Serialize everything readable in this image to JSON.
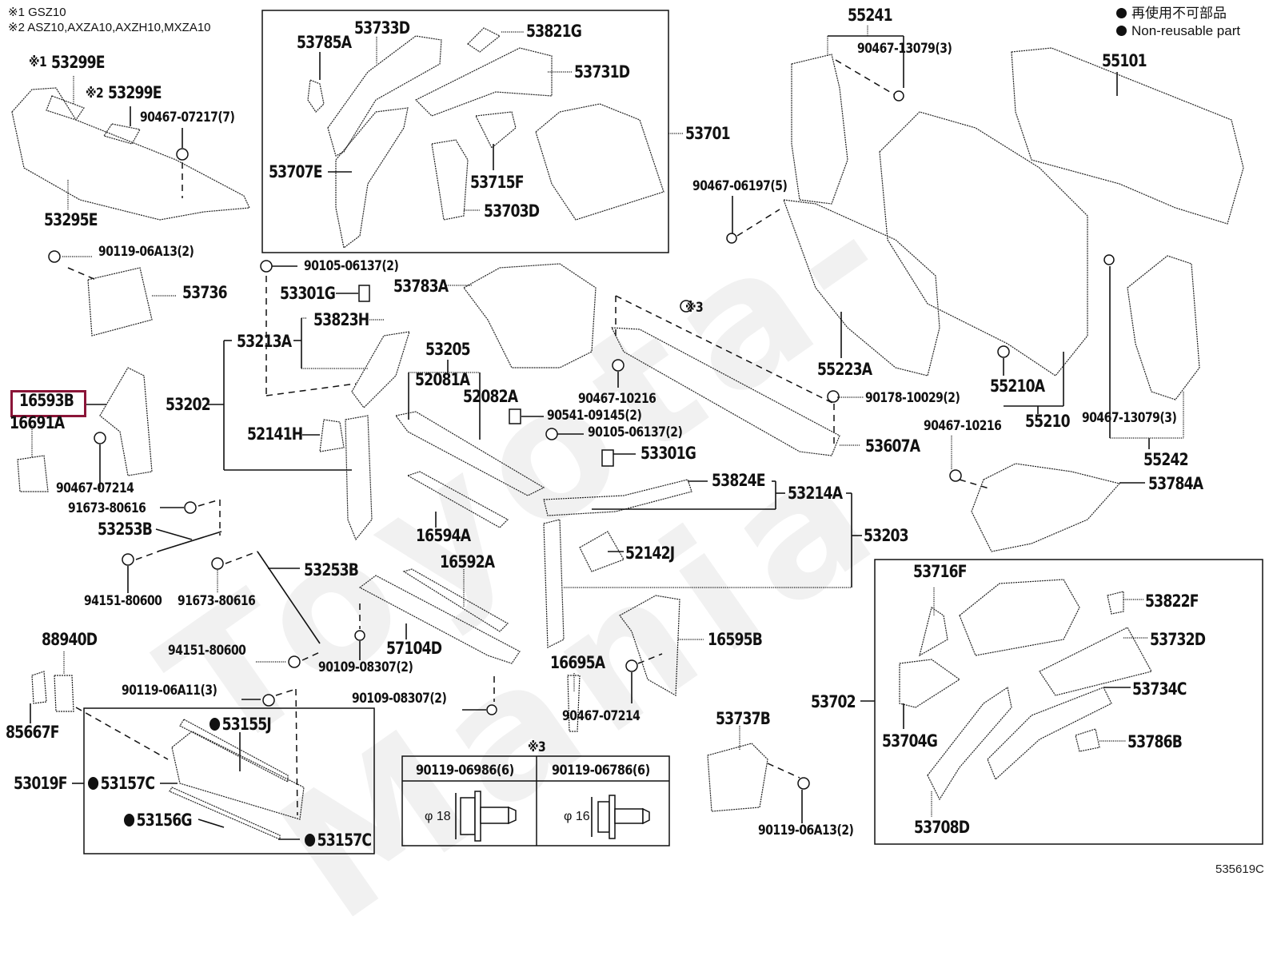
{
  "notes": {
    "note1": "※1 GSZ10",
    "note2": "※2 ASZ10,AXZA10,AXZH10,MXZA10"
  },
  "legend": {
    "jp": "再使用不可部品",
    "en": "Non-reusable part",
    "marker": "filled-circle"
  },
  "highlighted_part": "16593B",
  "highlight_color": "#8b1538",
  "document_id": "535619C",
  "watermark": "Toyota-Mania",
  "labels": {
    "p53299E_1_prefix": "※1",
    "p53299E_1": "53299E",
    "p53299E_2_prefix": "※2",
    "p53299E_2": "53299E",
    "p90467_07217": "90467-07217(7)",
    "p53295E": "53295E",
    "p53733D": "53733D",
    "p53785A": "53785A",
    "p53821G": "53821G",
    "p53731D": "53731D",
    "p53701": "53701",
    "p53707E": "53707E",
    "p53715F": "53715F",
    "p53703D": "53703D",
    "p55241": "55241",
    "p90467_13079_top": "90467-13079(3)",
    "p55101": "55101",
    "p90467_06197": "90467-06197(5)",
    "p90119_06A13_top": "90119-06A13(2)",
    "p53736": "53736",
    "p90105_06137_a": "90105-06137(2)",
    "p53301G_a": "53301G",
    "p53783A": "53783A",
    "p53823H": "53823H",
    "p53213A": "53213A",
    "p53205": "53205",
    "p52081A": "52081A",
    "p52082A": "52082A",
    "p16593B": "16593B",
    "p16691A": "16691A",
    "p53202": "53202",
    "p90467_07214_a": "90467-07214",
    "p52141H": "52141H",
    "p90467_10216_a": "90467-10216",
    "p90541_09145": "90541-09145(2)",
    "p90105_06137_b": "90105-06137(2)",
    "p53301G_b": "53301G",
    "p53607A": "53607A",
    "p90178_10029": "90178-10029(2)",
    "p55223A": "55223A",
    "p55210A": "55210A",
    "p55210": "55210",
    "p90467_10216_b": "90467-10216",
    "p90467_13079_b": "90467-13079(3)",
    "p55242": "55242",
    "p53784A": "53784A",
    "p53824E": "53824E",
    "p53214A": "53214A",
    "p53203": "53203",
    "p91673_80616_a": "91673-80616",
    "p53253B_a": "53253B",
    "p16594A": "16594A",
    "p52142J": "52142J",
    "p94151_80600_a": "94151-80600",
    "p91673_80616_b": "91673-80616",
    "p53253B_b": "53253B",
    "p16592A": "16592A",
    "p88940D": "88940D",
    "p94151_80600_b": "94151-80600",
    "p57104D": "57104D",
    "p90109_08307_a": "90109-08307(2)",
    "p16595B": "16595B",
    "p16695A": "16695A",
    "p90119_06A11": "90119-06A11(3)",
    "p90109_08307_b": "90109-08307(2)",
    "p90467_07214_b": "90467-07214",
    "p85667F": "85667F",
    "p53155J": "53155J",
    "p53019F": "53019F",
    "p53157C_a": "53157C",
    "p53156G": "53156G",
    "p53157C_b": "53157C",
    "p53737B": "53737B",
    "p90119_06A13_b": "90119-06A13(2)",
    "p53716F": "53716F",
    "p53822F": "53822F",
    "p53732D": "53732D",
    "p53702": "53702",
    "p53734C": "53734C",
    "p53704G": "53704G",
    "p53786B": "53786B",
    "p53708D": "53708D",
    "note3_marker": "※3"
  },
  "non_reusable_parts": [
    "53155J",
    "53157C",
    "53156G",
    "53157C"
  ],
  "fastener_table": {
    "title": "※3",
    "columns": [
      {
        "part": "90119-06986(6)",
        "diameter": "φ 18"
      },
      {
        "part": "90119-06786(6)",
        "diameter": "φ 16"
      }
    ]
  }
}
